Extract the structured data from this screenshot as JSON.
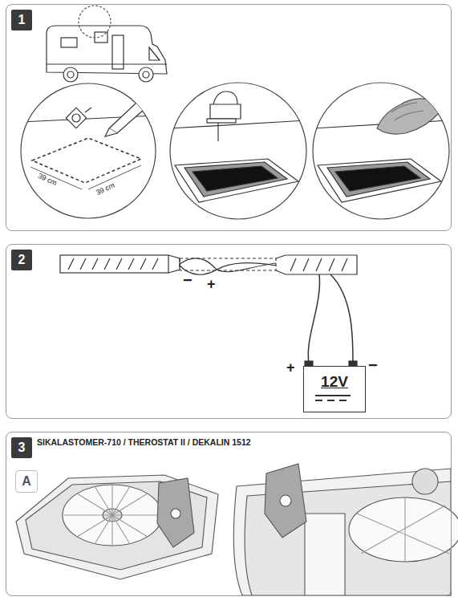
{
  "diagram": {
    "nodes": [
      {
        "text": [
          "1"
        ]
      },
      {
        "text": [
          "2"
        ]
      },
      {
        "text": [
          "12V"
        ],
        "in": 1
      },
      {
        "text": [
          "3",
          "SIKALASTOMER-710 / THEROSTAT II / DEKALIN 1512"
        ]
      },
      {
        "text": [
          "A"
        ],
        "in": 3
      }
    ],
    "labels": [
      "39 cm",
      "39 cm",
      "−",
      "+",
      "+",
      "−"
    ]
  }
}
